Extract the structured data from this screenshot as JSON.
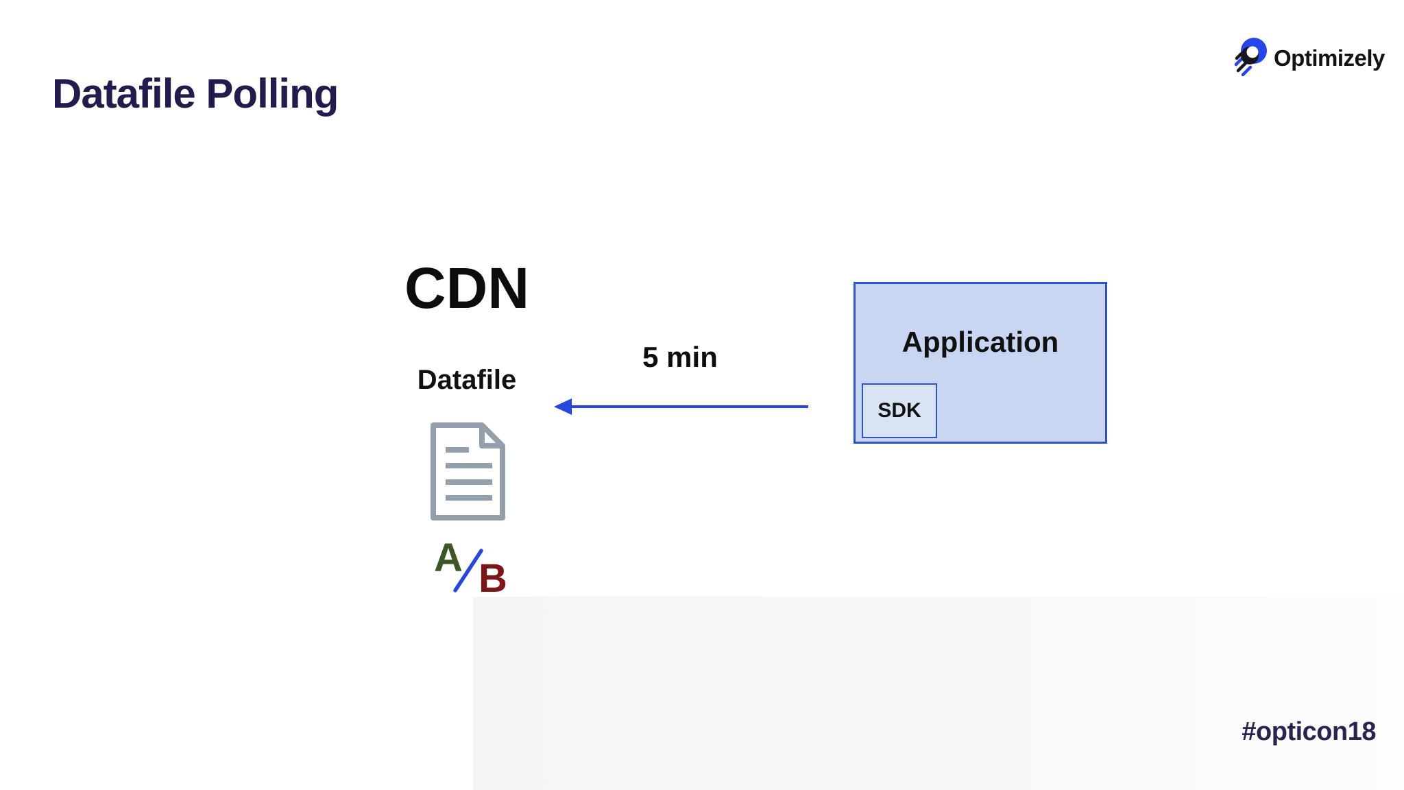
{
  "slide": {
    "title": "Datafile Polling",
    "hashtag": "#opticon18"
  },
  "brand": {
    "name": "Optimizely"
  },
  "diagram": {
    "cdn": {
      "title": "CDN",
      "file_label": "Datafile",
      "file_icon": "document-icon",
      "variant_a": "A",
      "variant_b": "B"
    },
    "polling": {
      "interval_label": "5 min",
      "arrow_icon": "arrow-left-icon",
      "direction": "application-to-cdn"
    },
    "application": {
      "label": "Application",
      "sdk_label": "SDK"
    }
  },
  "colors": {
    "title_navy": "#201d4e",
    "hashtag_navy": "#2a2352",
    "text_black": "#111111",
    "document_gray": "#93a0ab",
    "variant_a_green": "#3d5626",
    "variant_b_red": "#7d1518",
    "accent_blue": "#2546df",
    "box_border_blue": "#2d52cf",
    "application_fill": "#c8d6f2",
    "sdk_fill": "#d8e4f4",
    "logo_blue": "#2743ee",
    "bottom_panel_gray": "#f6f6f8"
  }
}
